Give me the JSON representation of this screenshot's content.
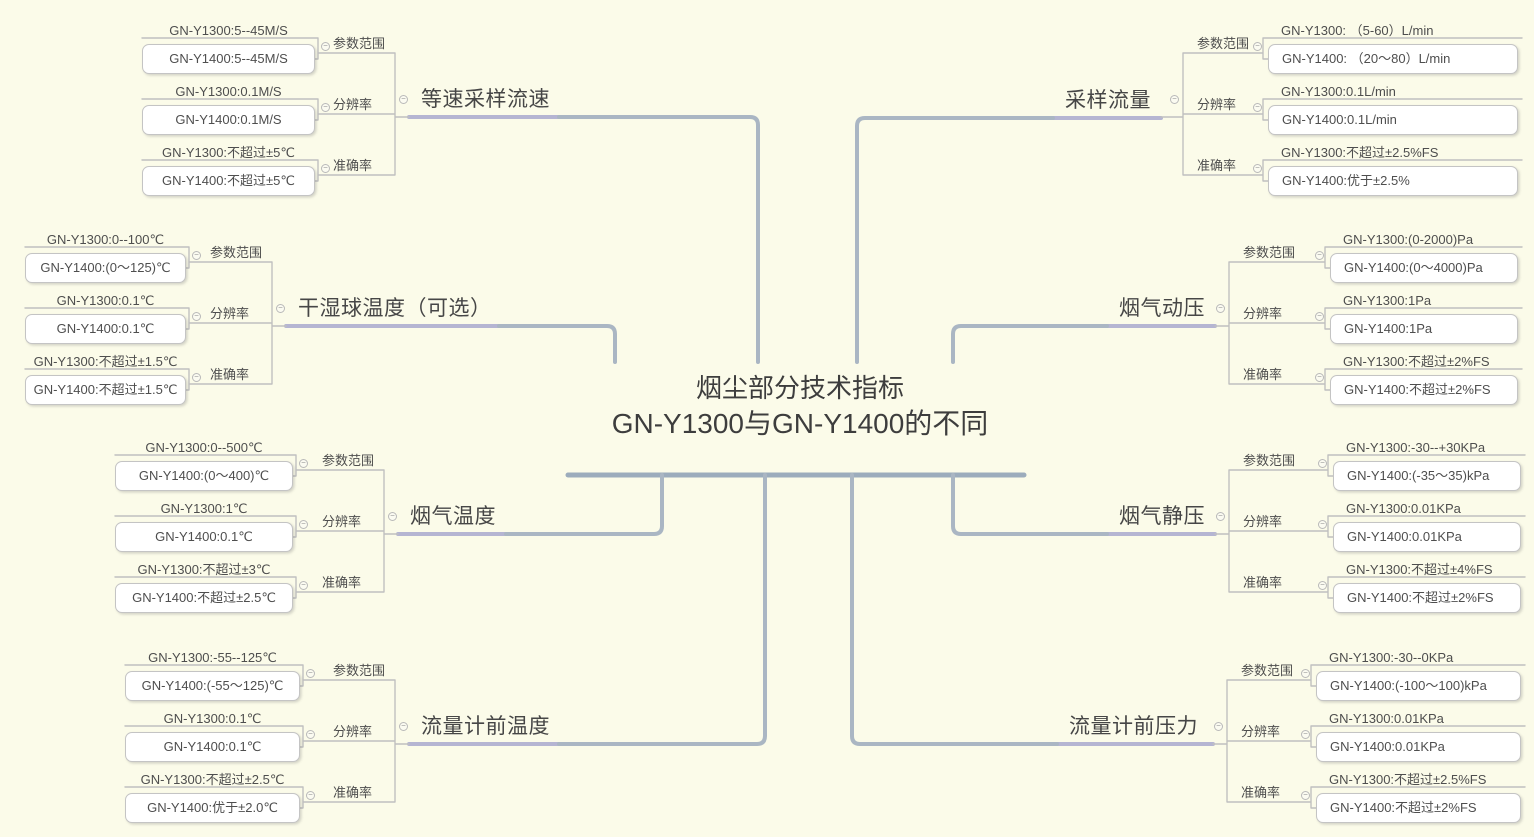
{
  "canvas": {
    "background": "#FBFBE9"
  },
  "central_topic": {
    "line1": "烟尘部分技术指标",
    "line2": "GN-Y1300与GN-Y1400的不同"
  },
  "icons": {
    "collapse": "−"
  },
  "colors": {
    "background": "#FBFBE9",
    "trunk": "#9CACBC",
    "branch_connector": "#AAB6C3",
    "topic_underline": "#B5B5D2",
    "thin_line": "#C0C0C0",
    "box_border": "#C4C4C4"
  },
  "branches": [
    {
      "side": "left",
      "topic": "等速采样流速",
      "groups": [
        {
          "label": "参数范围",
          "items": [
            "GN-Y1300:5--45M/S",
            "GN-Y1400:5--45M/S"
          ]
        },
        {
          "label": "分辨率",
          "items": [
            "GN-Y1300:0.1M/S",
            "GN-Y1400:0.1M/S"
          ]
        },
        {
          "label": "准确率",
          "items": [
            "GN-Y1300:不超过±5℃",
            "GN-Y1400:不超过±5℃"
          ]
        }
      ]
    },
    {
      "side": "left",
      "topic": "干湿球温度（可选）",
      "groups": [
        {
          "label": "参数范围",
          "items": [
            "GN-Y1300:0--100℃",
            "GN-Y1400:(0～125)℃"
          ]
        },
        {
          "label": "分辨率",
          "items": [
            "GN-Y1300:0.1℃",
            "GN-Y1400:0.1℃"
          ]
        },
        {
          "label": "准确率",
          "items": [
            "GN-Y1300:不超过±1.5℃",
            "GN-Y1400:不超过±1.5℃"
          ]
        }
      ]
    },
    {
      "side": "left",
      "topic": "烟气温度",
      "groups": [
        {
          "label": "参数范围",
          "items": [
            "GN-Y1300:0--500℃",
            "GN-Y1400:(0～400)℃"
          ]
        },
        {
          "label": "分辨率",
          "items": [
            "GN-Y1300:1℃",
            "GN-Y1400:0.1℃"
          ]
        },
        {
          "label": "准确率",
          "items": [
            "GN-Y1300:不超过±3℃",
            "GN-Y1400:不超过±2.5℃"
          ]
        }
      ]
    },
    {
      "side": "left",
      "topic": "流量计前温度",
      "groups": [
        {
          "label": "参数范围",
          "items": [
            "GN-Y1300:-55--125℃",
            "GN-Y1400:(-55～125)℃"
          ]
        },
        {
          "label": "分辨率",
          "items": [
            "GN-Y1300:0.1℃",
            "GN-Y1400:0.1℃"
          ]
        },
        {
          "label": "准确率",
          "items": [
            "GN-Y1300:不超过±2.5℃",
            "GN-Y1400:优于±2.0℃"
          ]
        }
      ]
    },
    {
      "side": "right",
      "topic": "采样流量",
      "groups": [
        {
          "label": "参数范围",
          "items": [
            "GN-Y1300: （5-60）L/min",
            "GN-Y1400: （20～80）L/min"
          ]
        },
        {
          "label": "分辨率",
          "items": [
            "GN-Y1300:0.1L/min",
            "GN-Y1400:0.1L/min"
          ]
        },
        {
          "label": "准确率",
          "items": [
            "GN-Y1300:不超过±2.5%FS",
            "GN-Y1400:优于±2.5%"
          ]
        }
      ]
    },
    {
      "side": "right",
      "topic": "烟气动压",
      "groups": [
        {
          "label": "参数范围",
          "items": [
            "GN-Y1300:(0-2000)Pa",
            "GN-Y1400:(0～4000)Pa"
          ]
        },
        {
          "label": "分辨率",
          "items": [
            "GN-Y1300:1Pa",
            "GN-Y1400:1Pa"
          ]
        },
        {
          "label": "准确率",
          "items": [
            "GN-Y1300:不超过±2%FS",
            "GN-Y1400:不超过±2%FS"
          ]
        }
      ]
    },
    {
      "side": "right",
      "topic": "烟气静压",
      "groups": [
        {
          "label": "参数范围",
          "items": [
            "GN-Y1300:-30--+30KPa",
            "GN-Y1400:(-35～35)kPa"
          ]
        },
        {
          "label": "分辨率",
          "items": [
            "GN-Y1300:0.01KPa",
            "GN-Y1400:0.01KPa"
          ]
        },
        {
          "label": "准确率",
          "items": [
            "GN-Y1300:不超过±4%FS",
            "GN-Y1400:不超过±2%FS"
          ]
        }
      ]
    },
    {
      "side": "right",
      "topic": "流量计前压力",
      "groups": [
        {
          "label": "参数范围",
          "items": [
            "GN-Y1300:-30--0KPa",
            "GN-Y1400:(-100～100)kPa"
          ]
        },
        {
          "label": "分辨率",
          "items": [
            "GN-Y1300:0.01KPa",
            "GN-Y1400:0.01KPa"
          ]
        },
        {
          "label": "准确率",
          "items": [
            "GN-Y1300:不超过±2.5%FS",
            "GN-Y1400:不超过±2%FS"
          ]
        }
      ]
    }
  ]
}
